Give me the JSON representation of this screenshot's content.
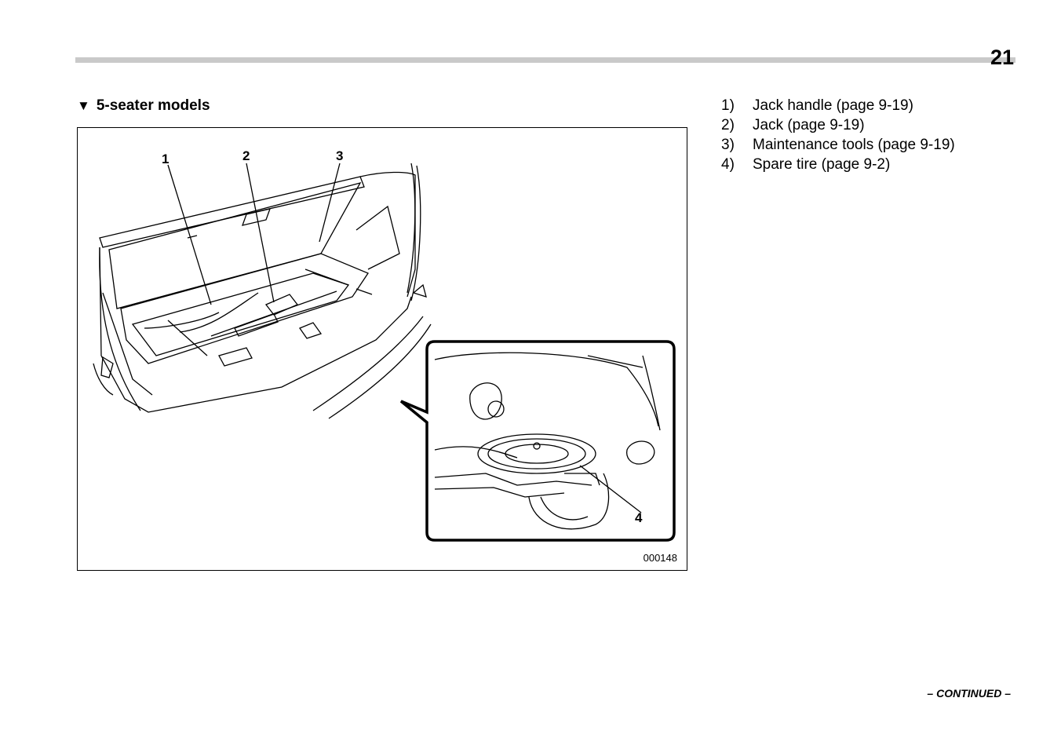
{
  "header": {
    "page_number": "21"
  },
  "section": {
    "marker": "▼",
    "title": "5-seater models"
  },
  "figure": {
    "code": "000148",
    "callouts": [
      "1",
      "2",
      "3",
      "4"
    ]
  },
  "legend": [
    {
      "num": "1)",
      "text": "Jack handle (page 9-19)"
    },
    {
      "num": "2)",
      "text": "Jack (page 9-19)"
    },
    {
      "num": "3)",
      "text": "Maintenance tools (page 9-19)"
    },
    {
      "num": "4)",
      "text": "Spare tire (page 9-2)"
    }
  ],
  "footer": {
    "continued": "– CONTINUED –"
  }
}
